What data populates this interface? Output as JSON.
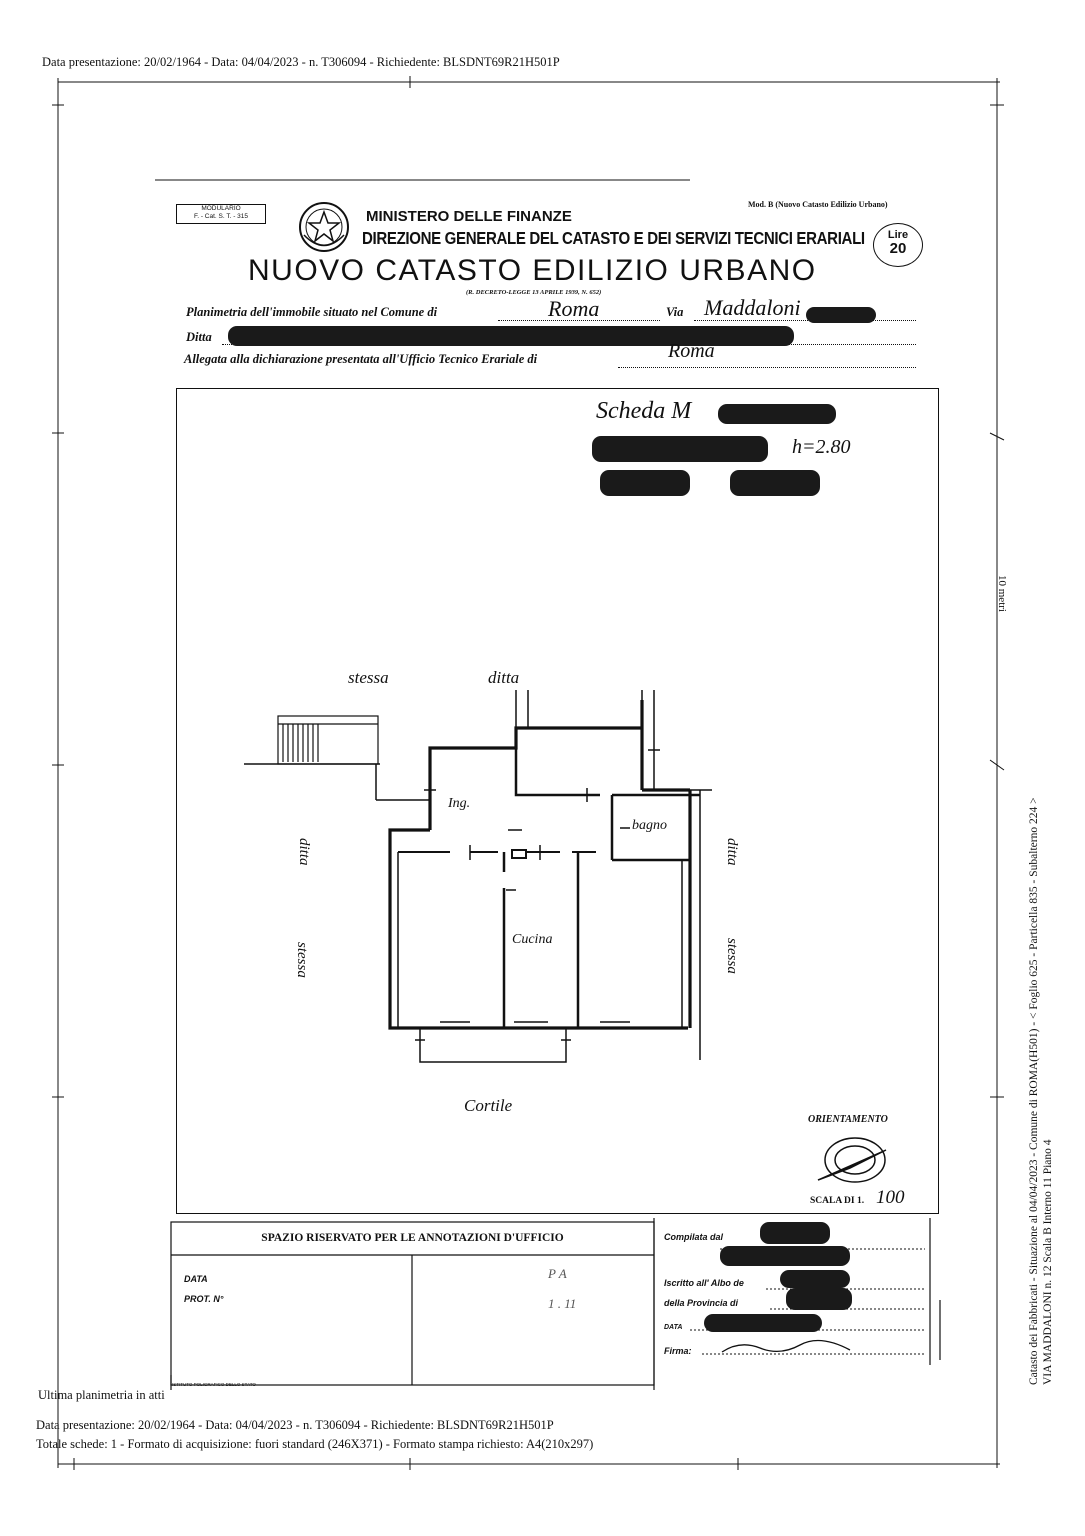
{
  "header_line": "Data presentazione: 20/02/1964 - Data: 04/04/2023 - n. T306094 - Richiedente: BLSDNT69R21H501P",
  "form": {
    "modulario_1": "MODULARIO",
    "modulario_2": "F. - Cat. S. T. - 315",
    "mod_b": "Mod. B (Nuovo Catasto Edilizio Urbano)",
    "ministry": "MINISTERO DELLE FINANZE",
    "direzione": "DIREZIONE GENERALE DEL CATASTO E DEI SERVIZI TECNICI ERARIALI",
    "lire_label": "Lire",
    "lire_value": "20",
    "title": "NUOVO CATASTO EDILIZIO URBANO",
    "decree": "(R. DECRETO-LEGGE 13 APRILE 1939, N. 652)",
    "planimetria_label": "Planimetria dell'immobile situato nel Comune di",
    "comune_value": "Roma",
    "via_label": "Via",
    "via_value": "Maddaloni",
    "ditta_label": "Ditta",
    "allegata_label": "Allegata alla dichiarazione presentata all'Ufficio Tecnico Erariale di",
    "ufficio_value": "Roma"
  },
  "plan": {
    "scheda": "Scheda M",
    "height": "h=2.80",
    "labels": {
      "stessa_top": "stessa",
      "ditta_top": "ditta",
      "ing": "Ing.",
      "bagno": "bagno",
      "cucina": "Cucina",
      "ditta_left": "ditta",
      "stessa_left": "stessa",
      "ditta_right": "ditta",
      "stessa_right": "stessa",
      "cortile": "Cortile"
    },
    "orientamento": "ORIENTAMENTO",
    "scala_label": "SCALA DI 1.",
    "scala_value": "100"
  },
  "annotations": {
    "title": "SPAZIO RISERVATO PER LE ANNOTAZIONI D'UFFICIO",
    "data_label": "DATA",
    "prot_label": "PROT. N°",
    "compilata_label": "Compilata dal",
    "iscritto_label": "Iscritto all' Albo de",
    "provincia_label": "della Provincia di",
    "data2_label": "DATA",
    "firma_label": "Firma:",
    "istituto": "ISTITUTO POLIGRAFICO DELLO STATO",
    "office_mark_1": "P A",
    "office_mark_2": "1 . 11"
  },
  "footer": {
    "ultima": "Ultima planimetria in atti",
    "line1": "Data presentazione: 20/02/1964 - Data: 04/04/2023 - n. T306094 - Richiedente: BLSDNT69R21H501P",
    "line2": "Totale schede: 1 - Formato di acquisizione: fuori standard (246X371) - Formato stampa richiesto: A4(210x297)"
  },
  "side": {
    "line1": "Catasto dei Fabbricati - Situazione al 04/04/2023 - Comune di ROMA(H501) - < Foglio 625 - Particella 835 - Subalterno 224 >",
    "line2": "VIA MADDALONI n. 12  Scala B Interno 11 Piano 4",
    "meter": "10 metri"
  }
}
